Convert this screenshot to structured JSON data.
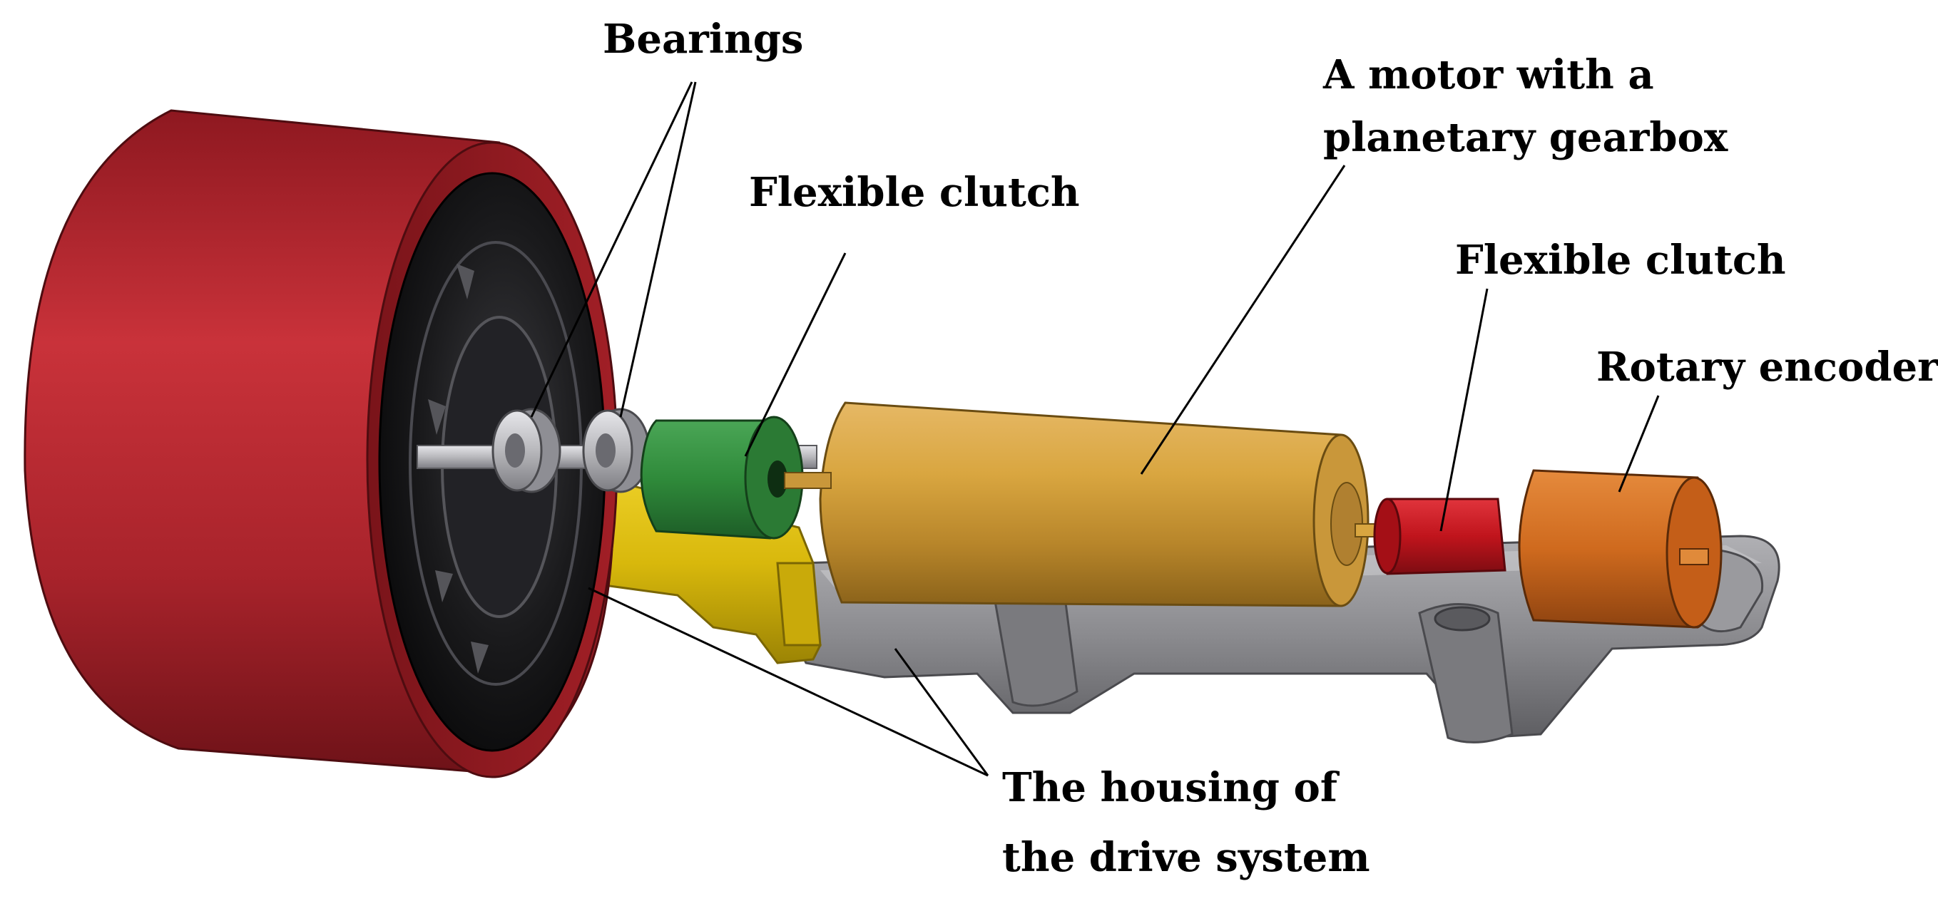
{
  "diagram": {
    "labels": {
      "bearings": "Bearings",
      "flexible_clutch_left": "Flexible  clutch",
      "motor_line1": "A motor with a",
      "motor_line2": "planetary gearbox",
      "flexible_clutch_right": "Flexible  clutch",
      "rotary_encoder": "Rotary encoder",
      "housing_line1": "The housing of",
      "housing_line2": "the drive system"
    },
    "colors": {
      "wheel_tread": "#b3222a",
      "wheel_hub": "#1c1c1e",
      "bearing": "#b8b8bc",
      "housing": "#d8b80c",
      "clutch_left": "#2f8a3a",
      "motor": "#d9a640",
      "clutch_right": "#c0141c",
      "encoder": "#cf6a1e",
      "base_plate": "#8a8a8e",
      "leader_line": "#000000"
    }
  }
}
